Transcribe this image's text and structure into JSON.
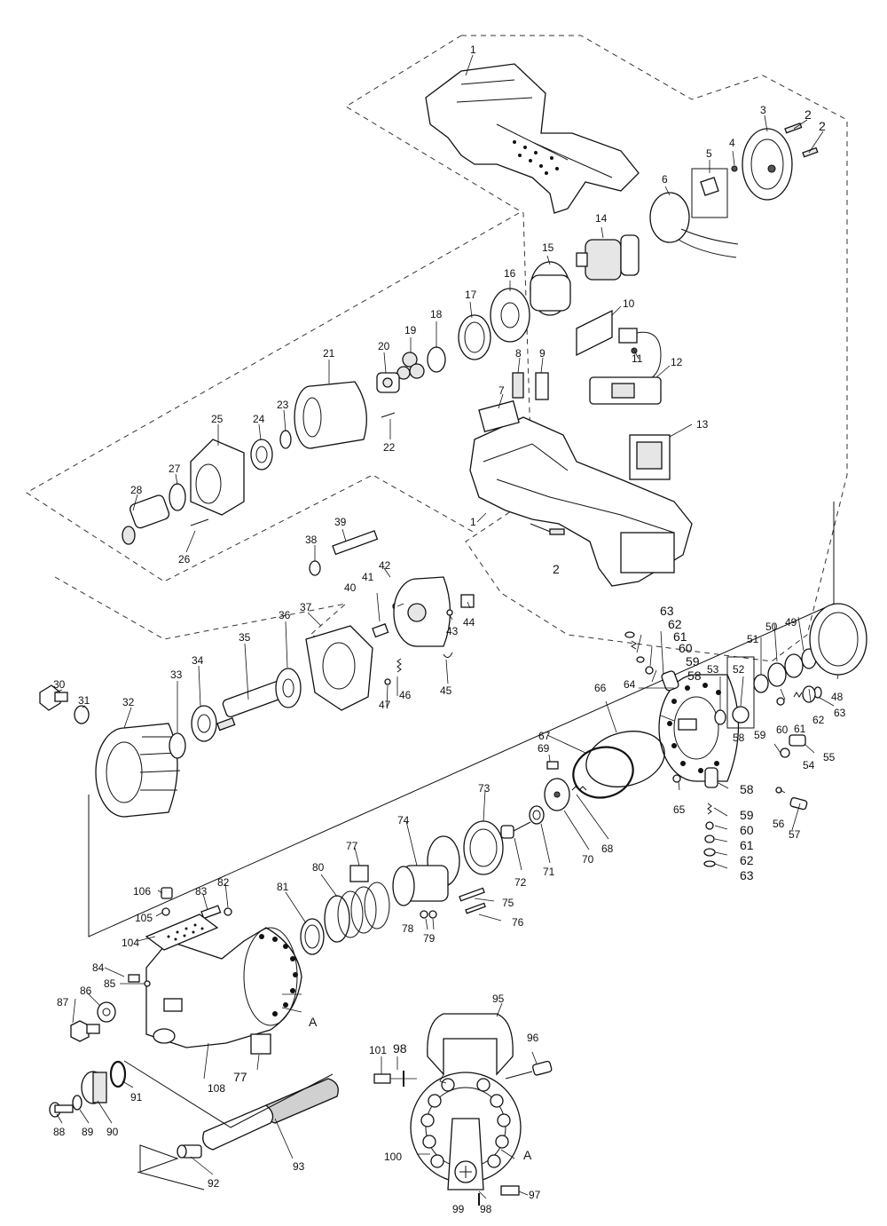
{
  "labels": {
    "p1": "1",
    "p1b": "1",
    "p2": "2",
    "p2b": "2",
    "p2c": "2",
    "p3": "3",
    "p4": "4",
    "p5": "5",
    "p6": "6",
    "p7": "7",
    "p8": "8",
    "p9": "9",
    "p10": "10",
    "p11": "11",
    "p12": "12",
    "p13": "13",
    "p14": "14",
    "p15": "15",
    "p16": "16",
    "p17": "17",
    "p18": "18",
    "p19": "19",
    "p20": "20",
    "p21": "21",
    "p22": "22",
    "p23": "23",
    "p24": "24",
    "p25": "25",
    "p26": "26",
    "p27": "27",
    "p28": "28",
    "p30": "30",
    "p31": "31",
    "p32": "32",
    "p33": "33",
    "p34": "34",
    "p35": "35",
    "p36": "36",
    "p37": "37",
    "p38": "38",
    "p39": "39",
    "p40": "40",
    "p41": "41",
    "p42": "42",
    "p43": "43",
    "p44": "44",
    "p45": "45",
    "p46": "46",
    "p47": "47",
    "p48": "48",
    "p49": "49",
    "p50": "50",
    "p51": "51",
    "p52": "52",
    "p53": "53",
    "p54": "54",
    "p55": "55",
    "p56": "56",
    "p57": "57",
    "p58a": "58",
    "p58b": "58",
    "p58c": "58",
    "p59a": "59",
    "p59b": "59",
    "p59c": "59",
    "p60a": "60",
    "p60b": "60",
    "p60c": "60",
    "p61a": "61",
    "p61b": "61",
    "p61c": "61",
    "p62a": "62",
    "p62b": "62",
    "p62c": "62",
    "p63a": "63",
    "p63b": "63",
    "p63c": "63",
    "p64": "64",
    "p65": "65",
    "p66": "66",
    "p67": "67",
    "p68": "68",
    "p69": "69",
    "p70": "70",
    "p71": "71",
    "p72": "72",
    "p73": "73",
    "p74": "74",
    "p75": "75",
    "p76": "76",
    "p77a": "77",
    "p77b": "77",
    "p78": "78",
    "p79": "79",
    "p80": "80",
    "p81": "81",
    "p82": "82",
    "p83": "83",
    "p84": "84",
    "p85": "85",
    "p86": "86",
    "p87": "87",
    "p88": "88",
    "p89": "89",
    "p90": "90",
    "p91": "91",
    "p92": "92",
    "p93": "93",
    "p95": "95",
    "p96": "96",
    "p97": "97",
    "p98a": "98",
    "p98b": "98",
    "p99": "99",
    "p100": "100",
    "p101": "101",
    "p104": "104",
    "p105": "105",
    "p106": "106",
    "p108": "108",
    "pA1": "A",
    "pA2": "A"
  }
}
